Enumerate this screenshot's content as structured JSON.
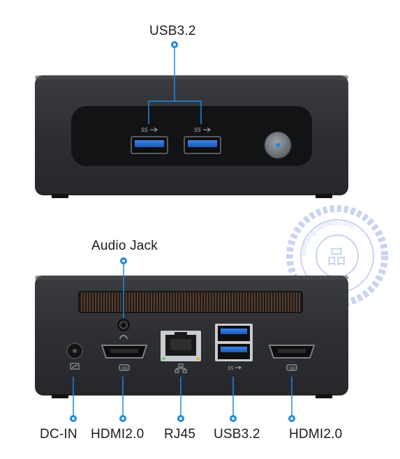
{
  "front": {
    "label": "USB3.2"
  },
  "back": {
    "audio_label": "Audio Jack",
    "ports": [
      {
        "name": "dc-in",
        "label": "DC-IN"
      },
      {
        "name": "hdmi-left",
        "label": "HDMI2.0"
      },
      {
        "name": "rj45",
        "label": "RJ45"
      },
      {
        "name": "usb",
        "label": "USB3.2"
      },
      {
        "name": "hdmi-right",
        "label": "HDMI2.0"
      }
    ]
  },
  "watermark": {
    "text": "pinhang.taobao.com",
    "glyph": "品",
    "seal_name": "seal-watermark"
  },
  "colors": {
    "accent": "#1e88e5",
    "body": "#2b2d30",
    "panel": "#121314",
    "usb_blue": "#2f6fd0"
  },
  "port_icons": {
    "usb": "ss-usb-icon",
    "hdmi": "hd-icon",
    "rj45": "network-icon",
    "dc": "power-icon"
  }
}
